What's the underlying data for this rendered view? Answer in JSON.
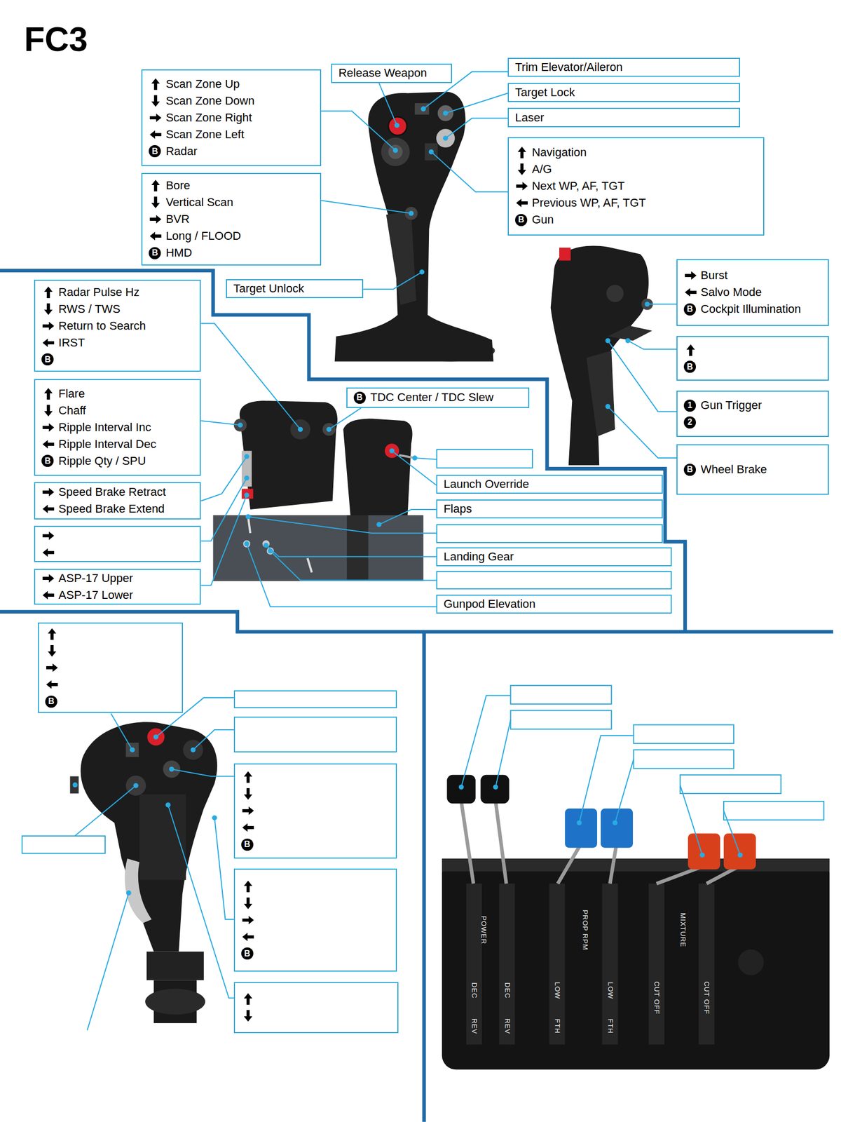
{
  "diagram": {
    "title": "FC3",
    "nodes": [
      {
        "text": [
          "Scan Zone Up",
          "Scan Zone Down",
          "Scan Zone Right",
          "Scan Zone Left",
          "Radar"
        ]
      },
      {
        "text": [
          "Release Weapon"
        ]
      },
      {
        "text": [
          "Trim Elevator/Aileron"
        ]
      },
      {
        "text": [
          "Target Lock"
        ]
      },
      {
        "text": [
          "Laser"
        ]
      },
      {
        "text": [
          "Navigation",
          "A/G",
          "Next WP, AF, TGT",
          "Previous WP, AF, TGT",
          "Gun"
        ]
      },
      {
        "text": [
          "Bore",
          "Vertical Scan",
          "BVR",
          "Long / FLOOD",
          "HMD"
        ]
      },
      {
        "text": [
          "Target Unlock"
        ]
      },
      {
        "text": [
          "Burst",
          "Salvo Mode",
          "Cockpit Illumination"
        ]
      },
      {
        "text": [
          "Gun Trigger"
        ]
      },
      {
        "text": [
          "Wheel Brake"
        ]
      },
      {
        "text": [
          "Radar Pulse Hz",
          "RWS / TWS",
          "Return to Search",
          "IRST"
        ]
      },
      {
        "text": [
          "TDC Center / TDC Slew"
        ]
      },
      {
        "text": [
          "Flare",
          "Chaff",
          "Ripple Interval Inc",
          "Ripple Interval Dec",
          "Ripple Qty / SPU"
        ]
      },
      {
        "text": [
          "Launch Override"
        ]
      },
      {
        "text": [
          "Speed Brake Retract",
          "Speed Brake Extend"
        ]
      },
      {
        "text": [
          "Flaps"
        ]
      },
      {
        "text": [
          "Landing Gear"
        ]
      },
      {
        "text": [
          "ASP-17 Upper",
          "ASP-17 Lower"
        ]
      },
      {
        "text": [
          "Gunpod Elevation"
        ]
      }
    ],
    "labels": [
      "B",
      "B",
      "B",
      "B",
      "B",
      "1",
      "2",
      "B",
      "B",
      "B",
      "B",
      "B",
      "B",
      "B",
      "POWER",
      "PROP RPM",
      "MIXTURE",
      "DEC",
      "DEC",
      "LOW",
      "LOW",
      "CUT OFF",
      "CUT OFF",
      "REV",
      "REV",
      "FTH",
      "FTH"
    ]
  }
}
